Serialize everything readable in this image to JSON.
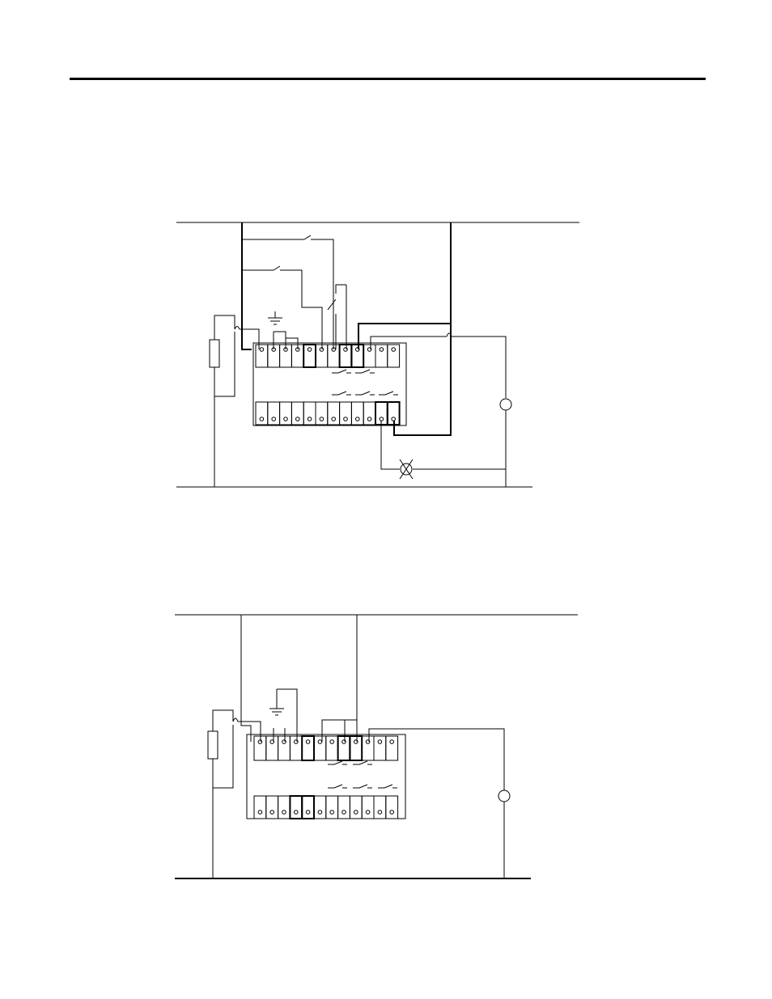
{
  "page": {
    "background": "#ffffff",
    "line_color": "#000000"
  },
  "diagrams": [
    {
      "id": "wiring-diagram-1",
      "upper_terminal_count": 12,
      "lower_terminal_count": 12,
      "components": [
        "resistor",
        "ground",
        "normally-open-contact",
        "normally-open-contact",
        "pilot-lamp",
        "motor-coil"
      ],
      "labels": []
    },
    {
      "id": "wiring-diagram-2",
      "upper_terminal_count": 12,
      "lower_terminal_count": 12,
      "components": [
        "resistor",
        "ground",
        "motor-coil"
      ],
      "labels": []
    }
  ]
}
